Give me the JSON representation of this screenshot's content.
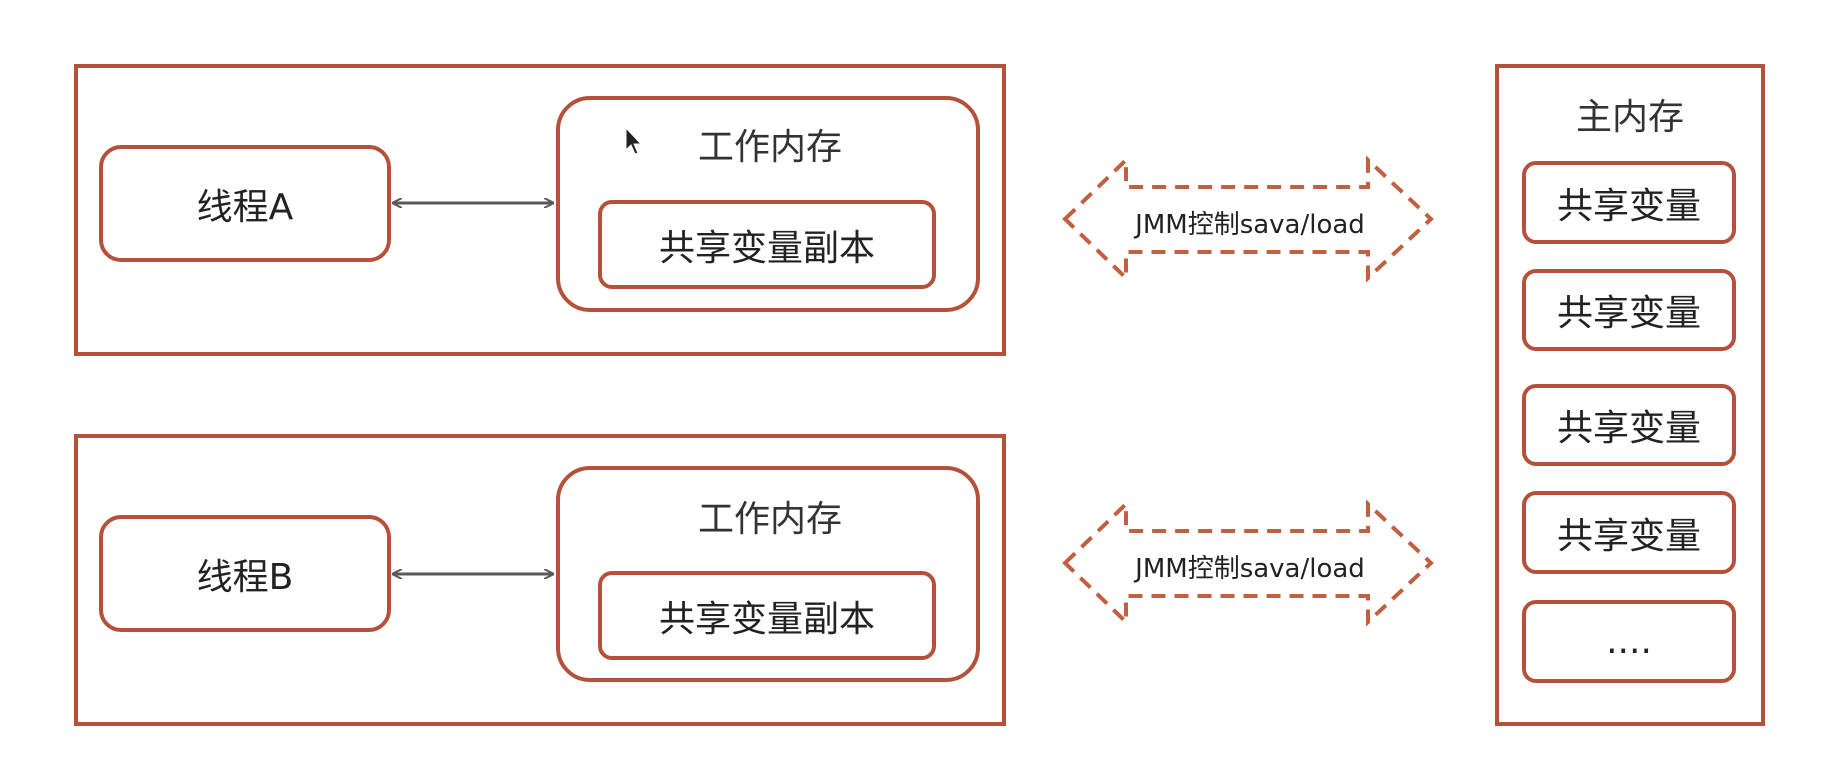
{
  "threads": [
    {
      "thread_label": "线程A",
      "working_memory_title": "工作内存",
      "copy_label": "共享变量副本",
      "jmm_label": "JMM控制sava/load"
    },
    {
      "thread_label": "线程B",
      "working_memory_title": "工作内存",
      "copy_label": "共享变量副本",
      "jmm_label": "JMM控制sava/load"
    }
  ],
  "main_memory": {
    "title": "主内存",
    "items": [
      "共享变量",
      "共享变量",
      "共享变量",
      "共享变量",
      "...."
    ]
  },
  "colors": {
    "border": "#b5513a",
    "connector": "#595959"
  }
}
